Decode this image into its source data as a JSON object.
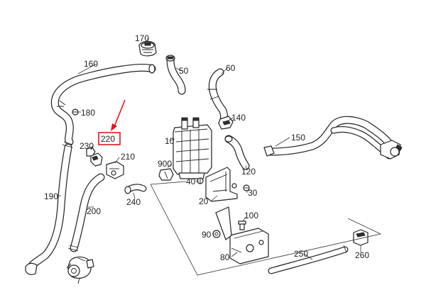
{
  "colors": {
    "highlight": "#e3151a",
    "line": "#222222",
    "background": "#ffffff"
  },
  "highlighted_part": "220",
  "labels": {
    "p10": "10",
    "p20": "20",
    "p30": "30",
    "p40": "40",
    "p50": "50",
    "p60": "60",
    "p80": "80",
    "p90": "90",
    "p100": "100",
    "p120": "120",
    "p140": "140",
    "p150": "150",
    "p160": "160",
    "p170": "170",
    "p180": "180",
    "p190": "190",
    "p200": "200",
    "p210": "210",
    "p220": "220",
    "p230": "230",
    "p240": "240",
    "p250": "250",
    "p260": "260",
    "p900": "900"
  }
}
